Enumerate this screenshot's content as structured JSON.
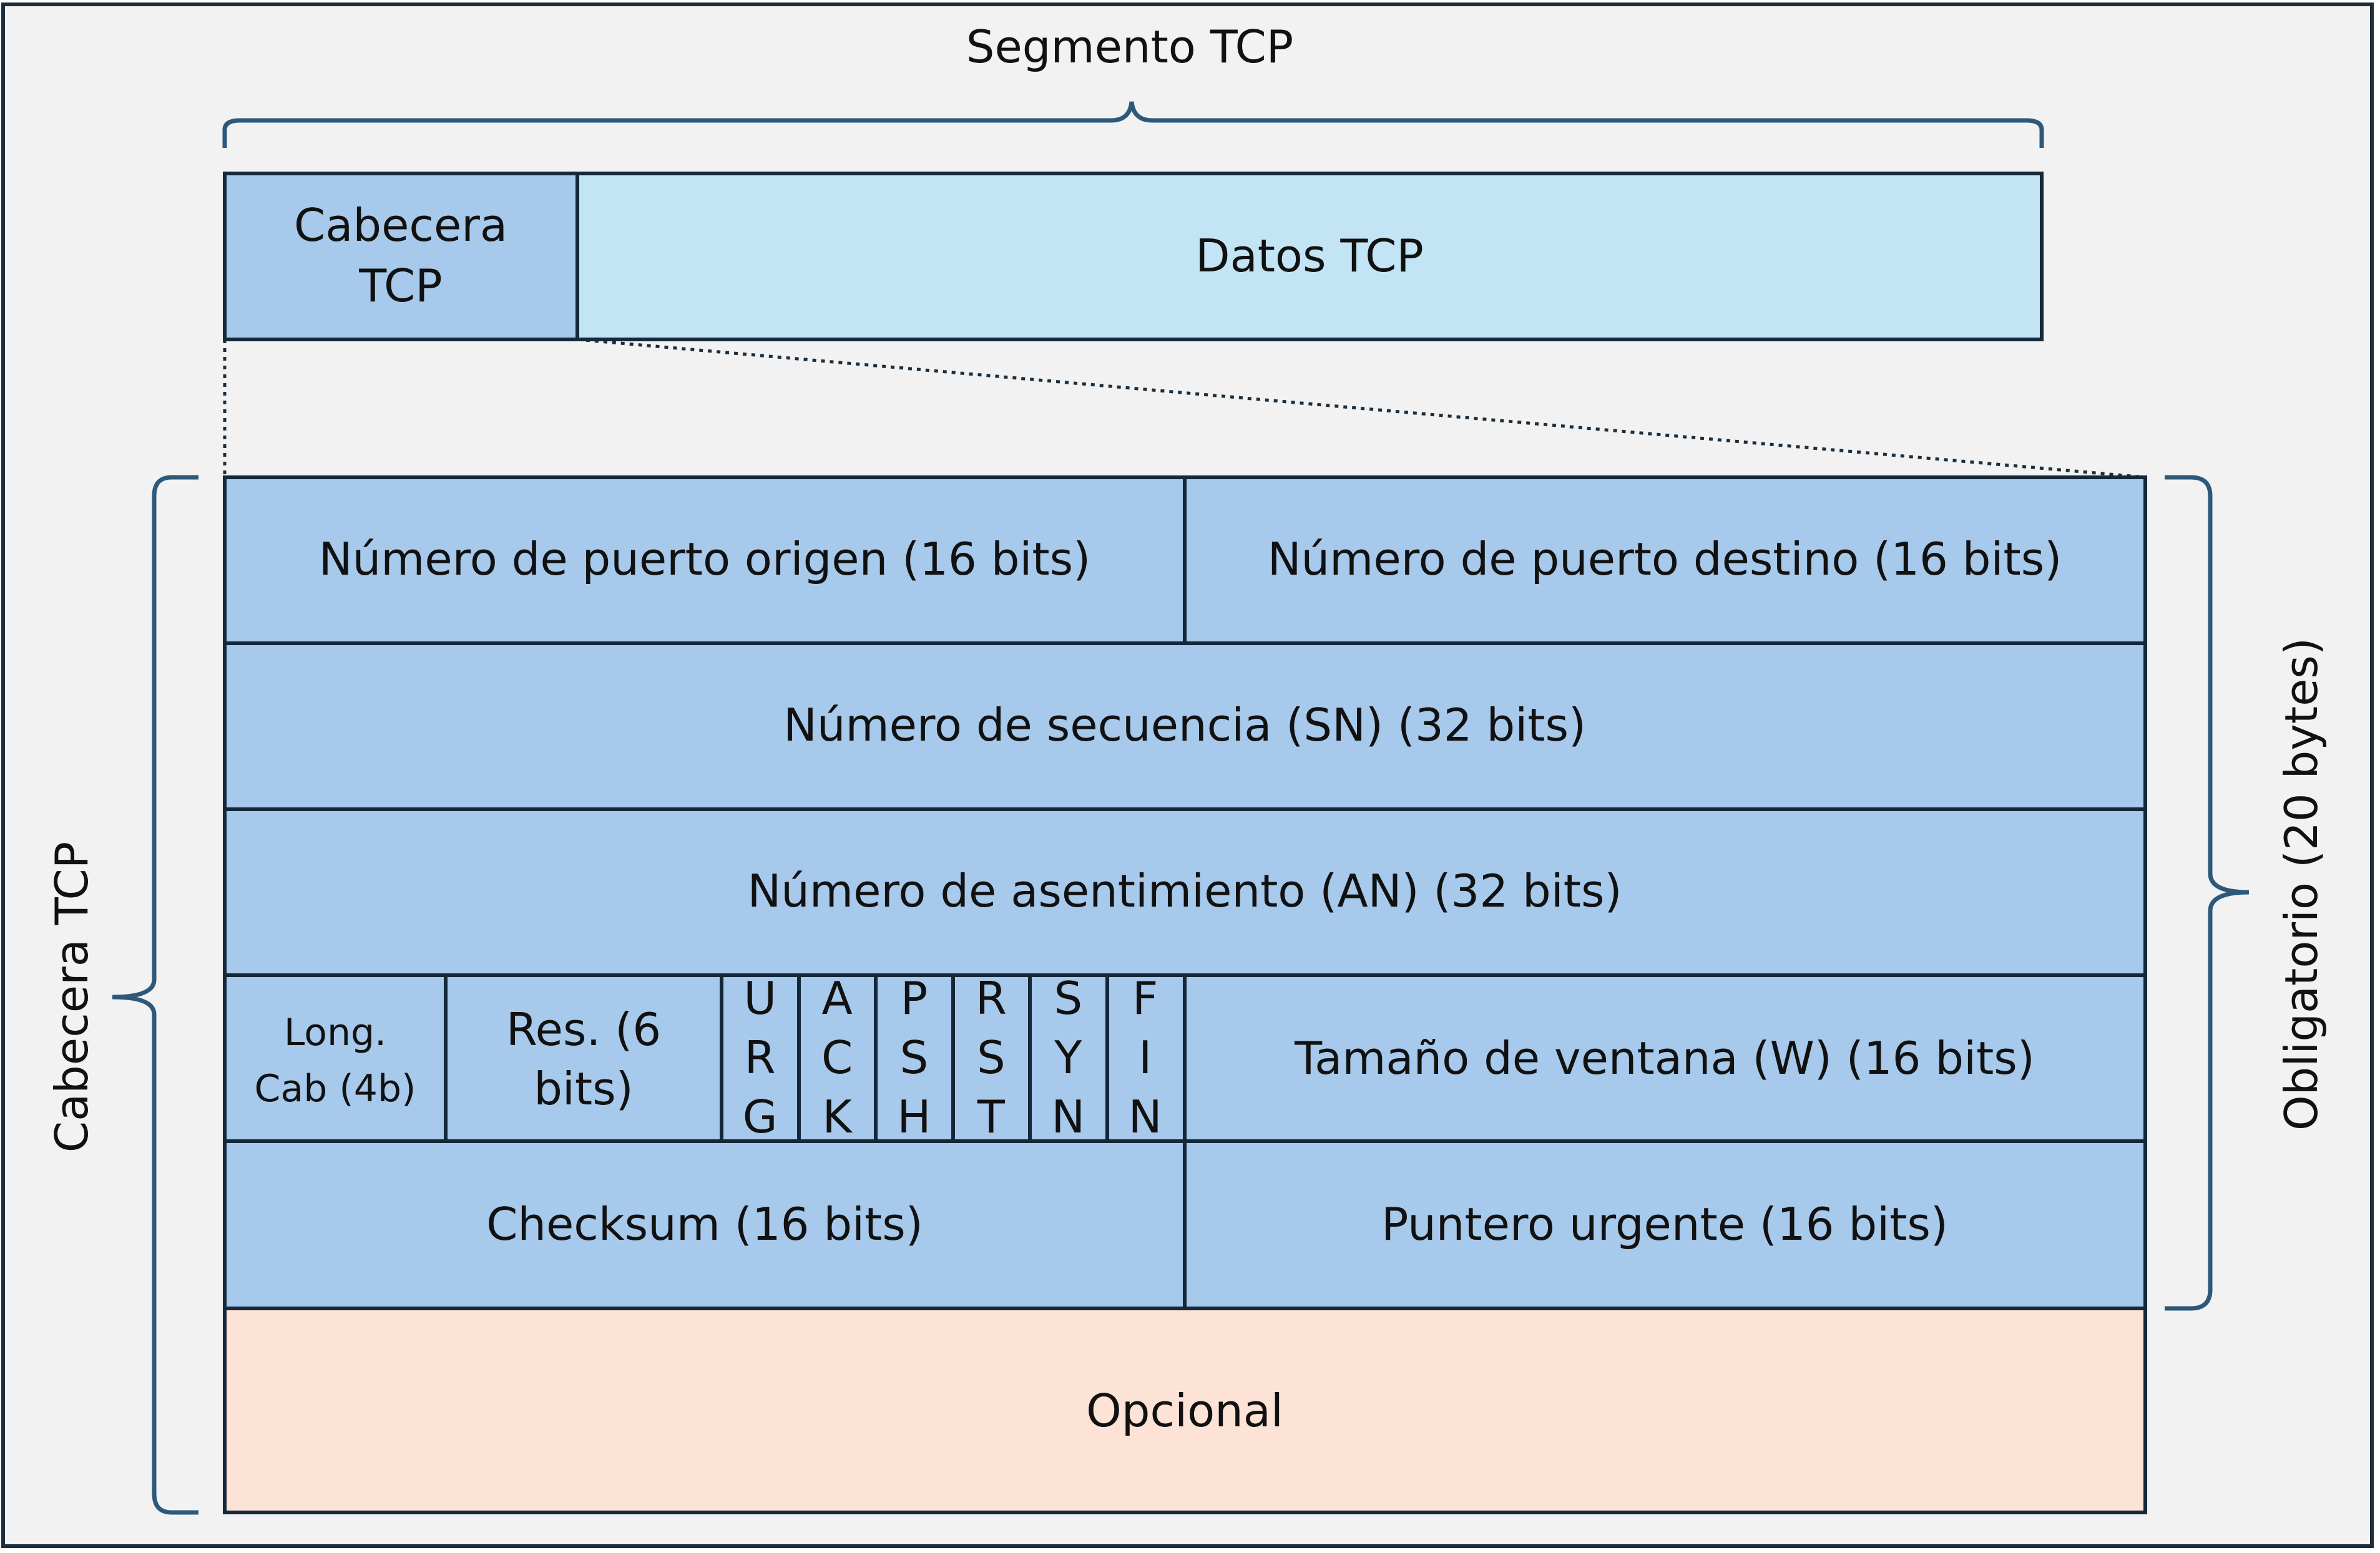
{
  "title": "Segmento TCP",
  "segment": {
    "header_label_line1": "Cabecera",
    "header_label_line2": "TCP",
    "data_label": "Datos TCP"
  },
  "header": {
    "row1": {
      "src_port": "Número de puerto origen (16 bits)",
      "dst_port": "Número de puerto destino (16 bits)"
    },
    "row2": {
      "seq": "Número de secuencia (SN) (32 bits)"
    },
    "row3": {
      "ack": "Número de asentimiento (AN) (32 bits)"
    },
    "row4": {
      "hlen_line1": "Long.",
      "hlen_line2": "Cab (4b)",
      "res_line1": "Res. (6",
      "res_line2": "bits)",
      "flags": [
        {
          "letters": [
            "U",
            "R",
            "G"
          ]
        },
        {
          "letters": [
            "A",
            "C",
            "K"
          ]
        },
        {
          "letters": [
            "P",
            "S",
            "H"
          ]
        },
        {
          "letters": [
            "R",
            "S",
            "T"
          ]
        },
        {
          "letters": [
            "S",
            "Y",
            "N"
          ]
        },
        {
          "letters": [
            "F",
            "I",
            "N"
          ]
        }
      ],
      "window": "Tamaño de ventana (W) (16 bits)"
    },
    "row5": {
      "checksum": "Checksum (16 bits)",
      "urgent": "Puntero urgente (16 bits)"
    },
    "optional": "Opcional"
  },
  "brace_labels": {
    "left": "Cabecera TCP",
    "right": "Obligatorio (20 bytes)"
  },
  "colors": {
    "background": "#f2f2f2",
    "frame": "#1a2e3e",
    "header_fill": "#a7c9eb",
    "data_fill": "#c2e4f5",
    "optional_fill": "#fce3d6",
    "brace": "#2d5879",
    "border": "#14283a"
  }
}
